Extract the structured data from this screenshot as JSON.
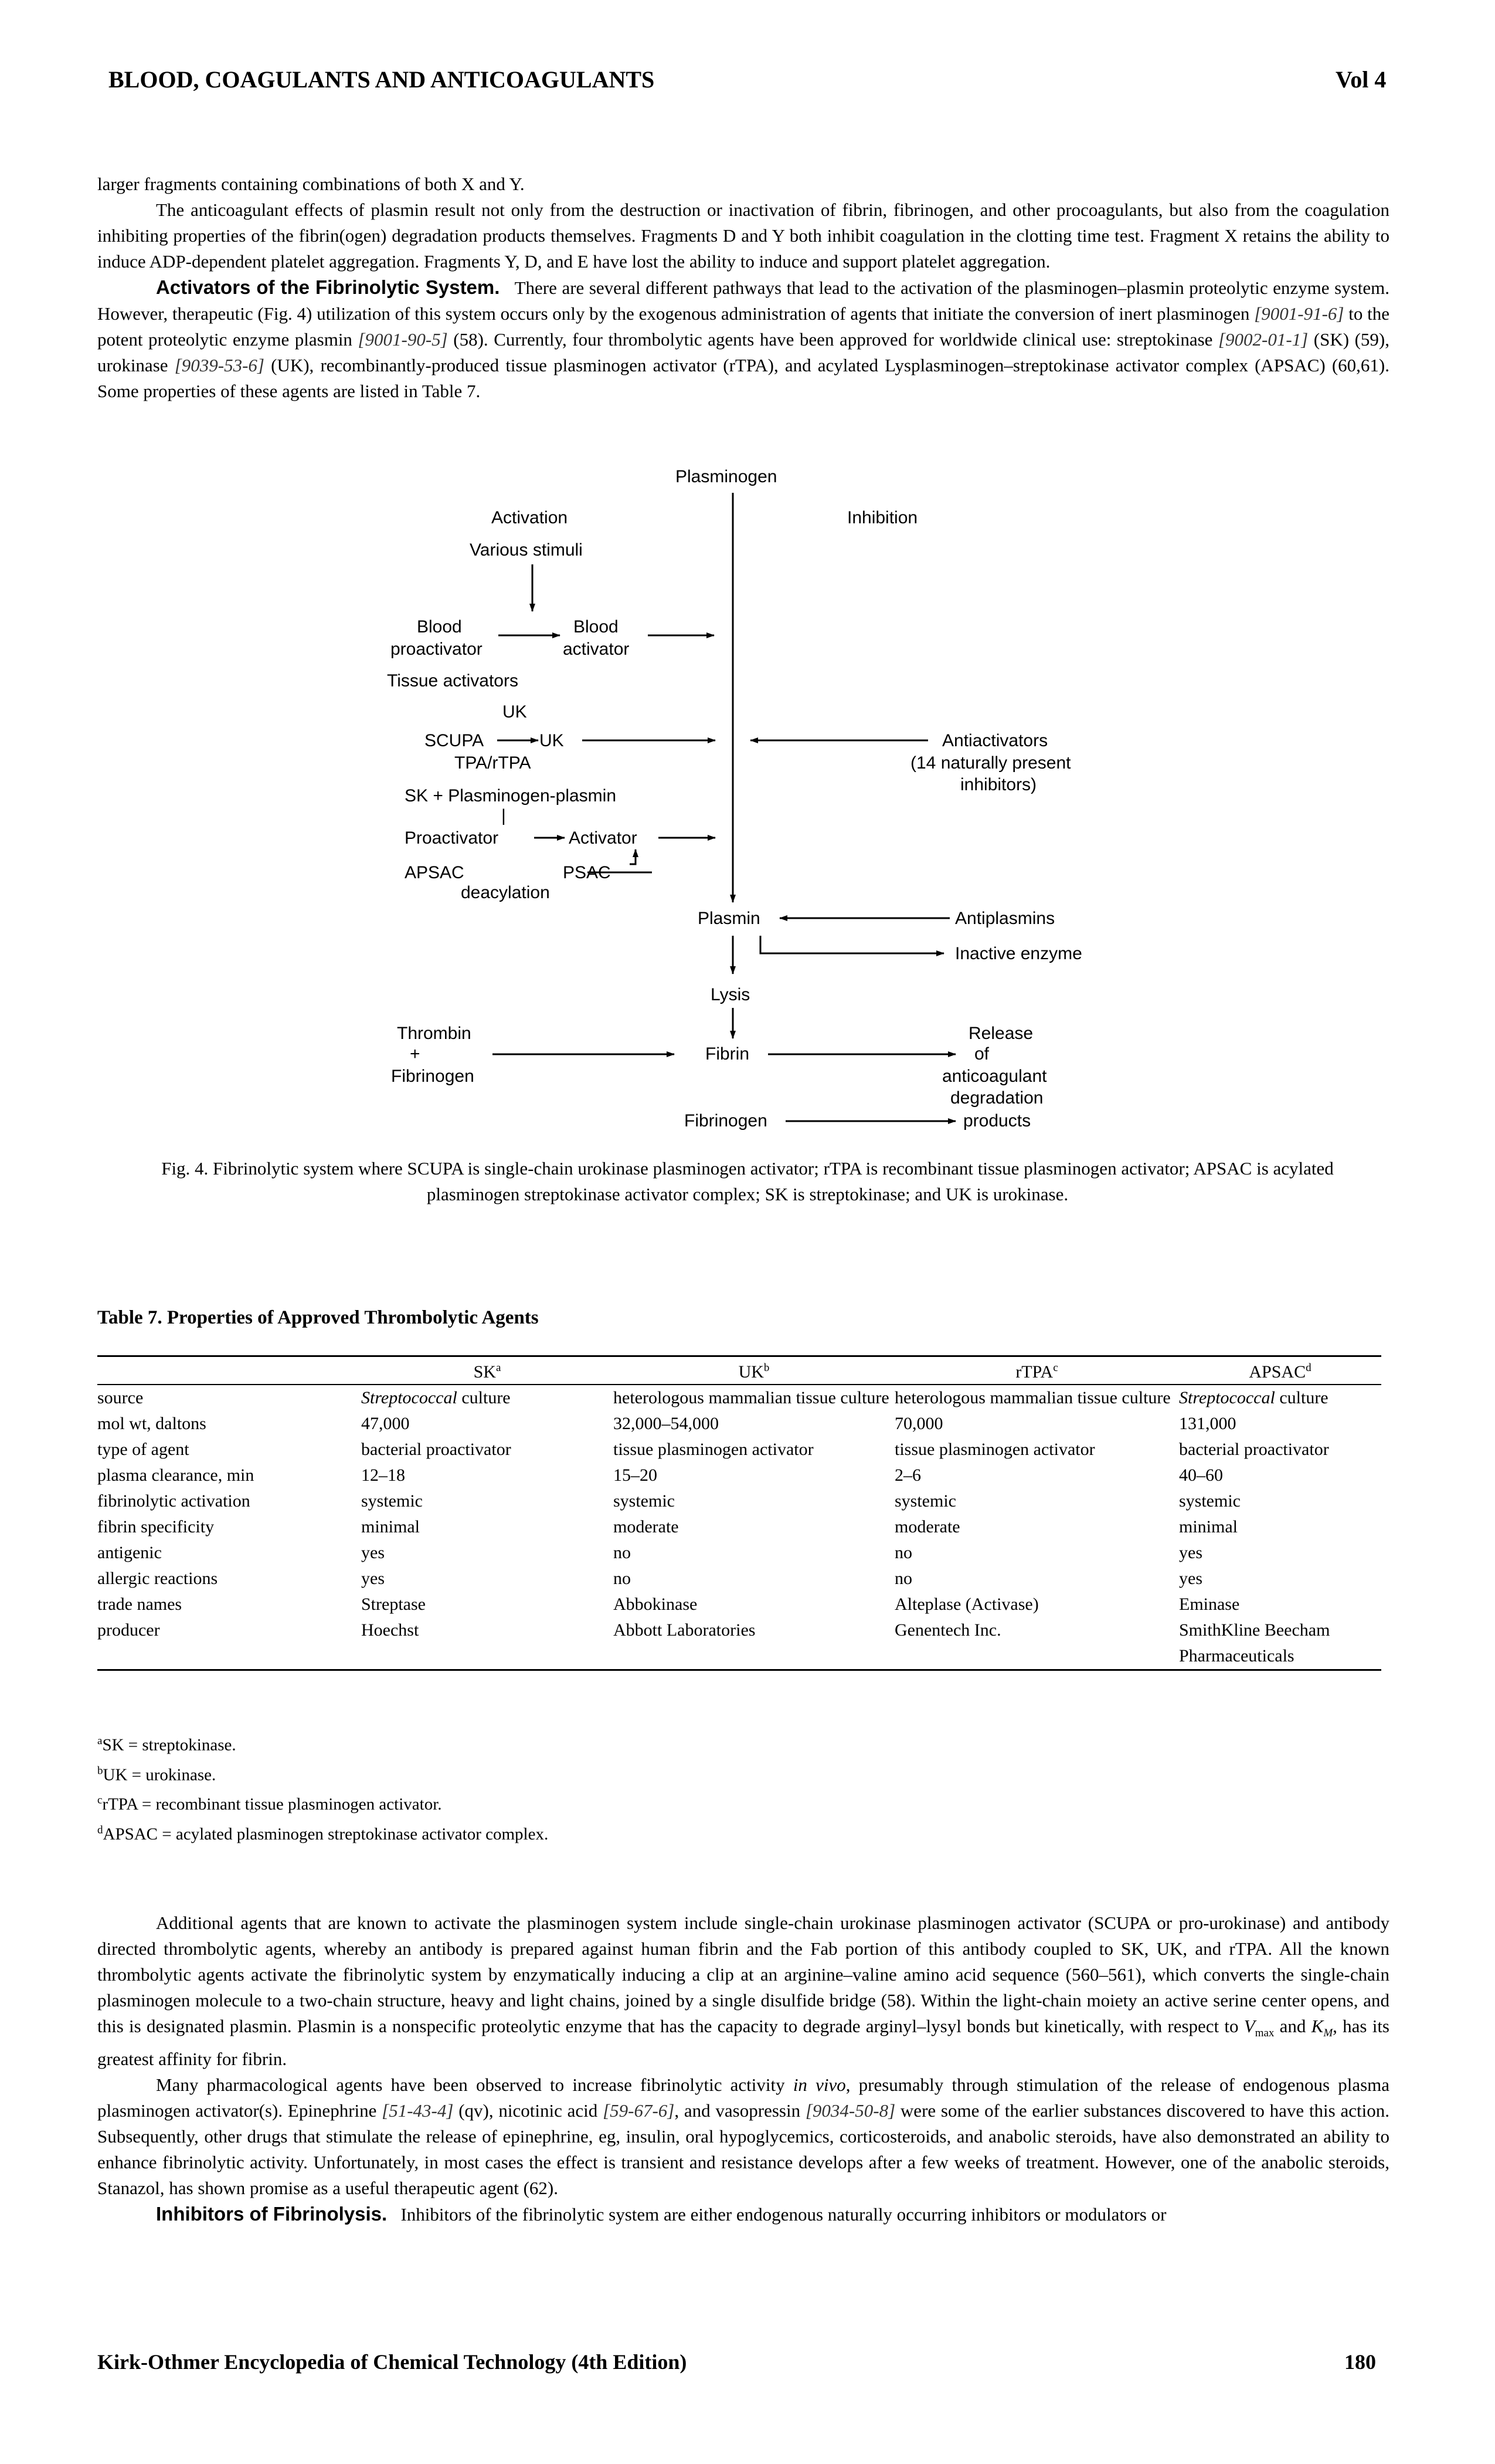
{
  "header": {
    "title": "BLOOD, COAGULANTS AND ANTICOAGULANTS",
    "volume": "Vol 4"
  },
  "p1": "larger fragments containing combinations of both X and Y.",
  "p2": "The anticoagulant effects of plasmin result not only from the destruction or inactivation of fibrin, fibrinogen, and other procoagulants, but also from the coagulation inhibiting properties of the fibrin(ogen) degradation products themselves. Fragments D and Y both inhibit coagulation in the clotting time test. Fragment X retains the ability to induce ADP-dependent platelet aggregation. Fragments Y, D, and E have lost the ability to induce and support platelet aggregation.",
  "p3": {
    "heading": "Activators of the Fibrinolytic System.",
    "t1": "There are several different pathways that lead to the activation of the plasminogen–plasmin proteolytic enzyme system. However, therapeutic (Fig. 4) utilization of this system occurs only by the exogenous administration of agents that initiate the conversion of inert plasminogen ",
    "c1": "[9001-91-6]",
    "t2": " to the potent proteolytic enzyme plasmin ",
    "c2": "[9001-90-5]",
    "t3": " (58). Currently, four thrombolytic agents have been approved for worldwide clinical use: streptokinase ",
    "c3": "[9002-01-1]",
    "t4": " (SK) (59), urokinase ",
    "c4": "[9039-53-6]",
    "t5": " (UK), recombinantly-produced tissue plasminogen activator (rTPA), and acylated Lysplasminogen–streptokinase activator complex (APSAC) (60,61). Some properties of these agents are listed in Table 7."
  },
  "figure": {
    "plasminogen": "Plasminogen",
    "activation": "Activation",
    "inhibition": "Inhibition",
    "various_stimuli": "Various stimuli",
    "blood": "Blood",
    "proactivator": "proactivator",
    "activator": "activator",
    "tissue_activators": "Tissue activators",
    "uk": "UK",
    "scupa": "SCUPA",
    "uk2": "UK",
    "tpa": "TPA/rTPA",
    "sk_line": "SK + Plasminogen-plasmin",
    "bar": "|",
    "proactivator2": "Proactivator",
    "activator2": "Activator",
    "apsac": "APSAC",
    "psac": "PSAC",
    "deacylation": "deacylation",
    "antiactivators": "Antiactivators",
    "anti2": "(14 naturally present",
    "anti3": "inhibitors)",
    "plasmin": "Plasmin",
    "antiplasmins": "Antiplasmins",
    "inactive": "Inactive enzyme",
    "lysis": "Lysis",
    "thrombin": "Thrombin",
    "plus": "+",
    "fibrinogen1": "Fibrinogen",
    "fibrin": "Fibrin",
    "release": "Release",
    "of": "of",
    "anticoagulant": "anticoagulant",
    "degradation": "degradation",
    "products": "products",
    "fibrinogen2": "Fibrinogen"
  },
  "caption": "Fig. 4. Fibrinolytic system where SCUPA is single-chain urokinase plasminogen activator; rTPA is recombinant tissue plasminogen activator; APSAC is acylated plasminogen streptokinase activator complex; SK is streptokinase; and UK is urokinase.",
  "table": {
    "title": "Table 7.  Properties of Approved Thrombolytic Agents",
    "headers": [
      {
        "label": "SK",
        "sup": "a"
      },
      {
        "label": "UK",
        "sup": "b"
      },
      {
        "label": "rTPA",
        "sup": "c"
      },
      {
        "label": "APSAC",
        "sup": "d"
      }
    ],
    "rows": [
      [
        "source",
        "Streptococcal culture",
        "heterologous mammalian tissue culture",
        "heterologous mammalian tissue culture",
        "Streptococcal culture"
      ],
      [
        "mol wt, daltons",
        "47,000",
        "32,000–54,000",
        "70,000",
        "131,000"
      ],
      [
        "type of agent",
        "bacterial proactivator",
        "tissue plasminogen activator",
        "tissue plasminogen activator",
        "bacterial proactivator"
      ],
      [
        "plasma clearance, min",
        "12–18",
        "15–20",
        "2–6",
        "40–60"
      ],
      [
        "fibrinolytic activation",
        "systemic",
        "systemic",
        "systemic",
        "systemic"
      ],
      [
        "fibrin specificity",
        "minimal",
        "moderate",
        "moderate",
        "minimal"
      ],
      [
        "antigenic",
        "yes",
        "no",
        "no",
        "yes"
      ],
      [
        "allergic reactions",
        "yes",
        "no",
        "no",
        "yes"
      ],
      [
        "trade names",
        "Streptase",
        "Abbokinase",
        "Alteplase (Activase)",
        "Eminase"
      ],
      [
        "producer",
        "Hoechst",
        "Abbott Laboratories",
        "Genentech Inc.",
        "SmithKline Beecham Pharmaceuticals"
      ]
    ],
    "footnotes": [
      {
        "sup": "a",
        "text": "SK = streptokinase."
      },
      {
        "sup": "b",
        "text": "UK = urokinase."
      },
      {
        "sup": "c",
        "text": "rTPA = recombinant tissue plasminogen activator."
      },
      {
        "sup": "d",
        "text": "APSAC = acylated plasminogen streptokinase activator complex."
      }
    ]
  },
  "p4": {
    "t1": "Additional agents that are known to activate the plasminogen system include single-chain urokinase plasminogen activator (SCUPA or pro-urokinase) and antibody directed thrombolytic agents, whereby an antibody is prepared against human fibrin and the Fab portion of this antibody coupled to SK, UK, and rTPA. All the known thrombolytic agents activate the fibrinolytic system by enzymatically inducing a clip at an arginine–valine amino acid sequence (560–561), which converts the single-chain plasminogen molecule to a two-chain structure, heavy and light chains, joined by a single disulfide bridge (58). Within the light-chain moiety an active serine center opens, and this is designated plasmin. Plasmin is a nonspecific proteolytic enzyme that has the capacity to degrade arginyl–lysyl bonds but kinetically, with respect to ",
    "v": "V",
    "vsub": "max",
    "and": " and ",
    "k": "K",
    "ksub": "M",
    "t2": ", has its greatest affinity for fibrin."
  },
  "p5": {
    "t1": "Many pharmacological agents have been observed to increase fibrinolytic activity ",
    "invivo": "in vivo",
    "t2": ", presumably through stimulation of the release of endogenous plasma plasminogen activator(s). Epinephrine ",
    "c1": "[51-43-4]",
    "t3": " (qv), nicotinic acid ",
    "c2": "[59-67-6]",
    "t4": ", and vasopressin ",
    "c3": "[9034-50-8]",
    "t5": " were some of the earlier substances discovered to have this action. Subsequently, other drugs that stimulate the release of epinephrine, eg, insulin, oral hypoglycemics, corticosteroids, and anabolic steroids, have also demonstrated an ability to enhance fibrinolytic activity. Unfortunately, in most cases the effect is transient and resistance develops after a few weeks of treatment. However, one of the anabolic steroids, Stanazol, has shown promise as a useful therapeutic agent (62)."
  },
  "p6": {
    "heading": "Inhibitors of Fibrinolysis.",
    "t1": "Inhibitors of the fibrinolytic system are either endogenous naturally occurring inhibitors or modulators or"
  },
  "footer": {
    "title": "Kirk-Othmer Encyclopedia of Chemical Technology (4th Edition)",
    "page": "180"
  }
}
